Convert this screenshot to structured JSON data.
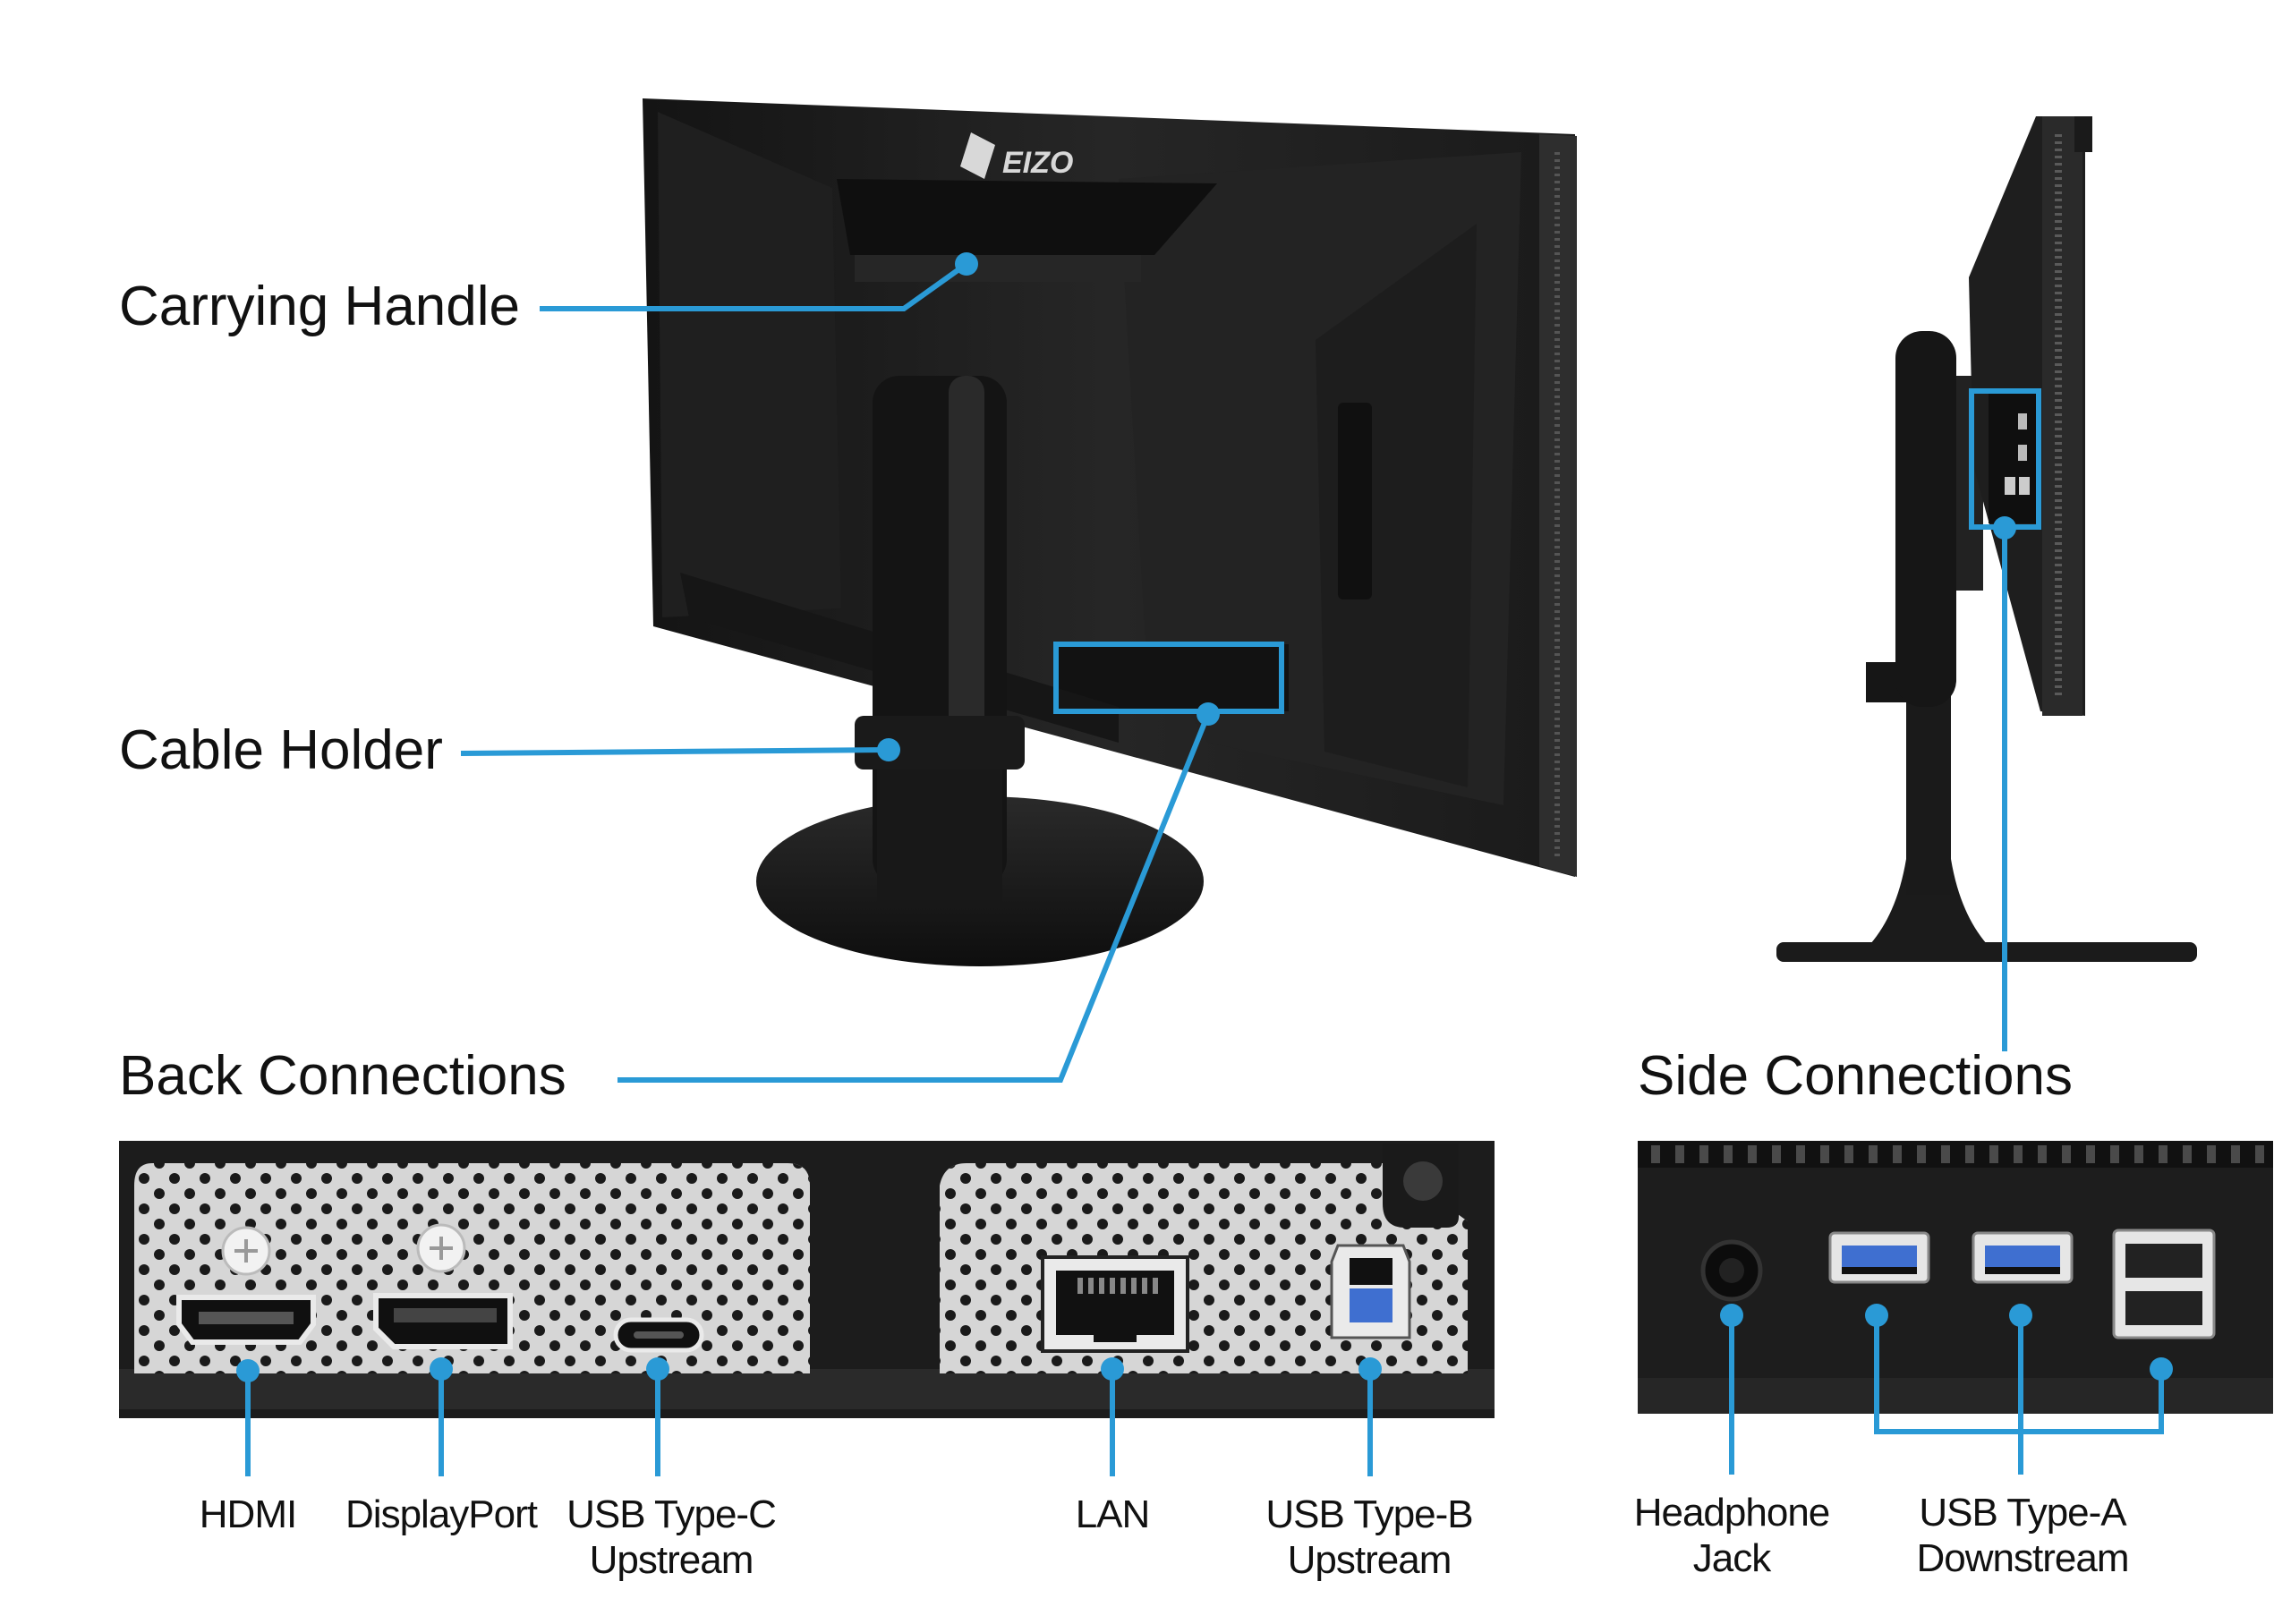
{
  "brand": "EIZO",
  "labels": {
    "carrying_handle": "Carrying Handle",
    "cable_holder": "Cable Holder",
    "back_connections": "Back Connections",
    "side_connections": "Side Connections",
    "hdmi": "HDMI",
    "displayport": "DisplayPort",
    "usb_c_line1": "USB Type-C",
    "usb_c_line2": "Upstream",
    "lan": "LAN",
    "usb_b_line1": "USB Type-B",
    "usb_b_line2": "Upstream",
    "headphone_line1": "Headphone",
    "headphone_line2": "Jack",
    "usb_a_line1": "USB Type-A",
    "usb_a_line2": "Downstream"
  },
  "colors": {
    "callout": "#2a9ad6",
    "monitor": "#1c1c1c",
    "monitor_edge": "#3a3a3a",
    "panel_metal": "#dcdcdc",
    "usb_blue": "#3f6fd0"
  }
}
